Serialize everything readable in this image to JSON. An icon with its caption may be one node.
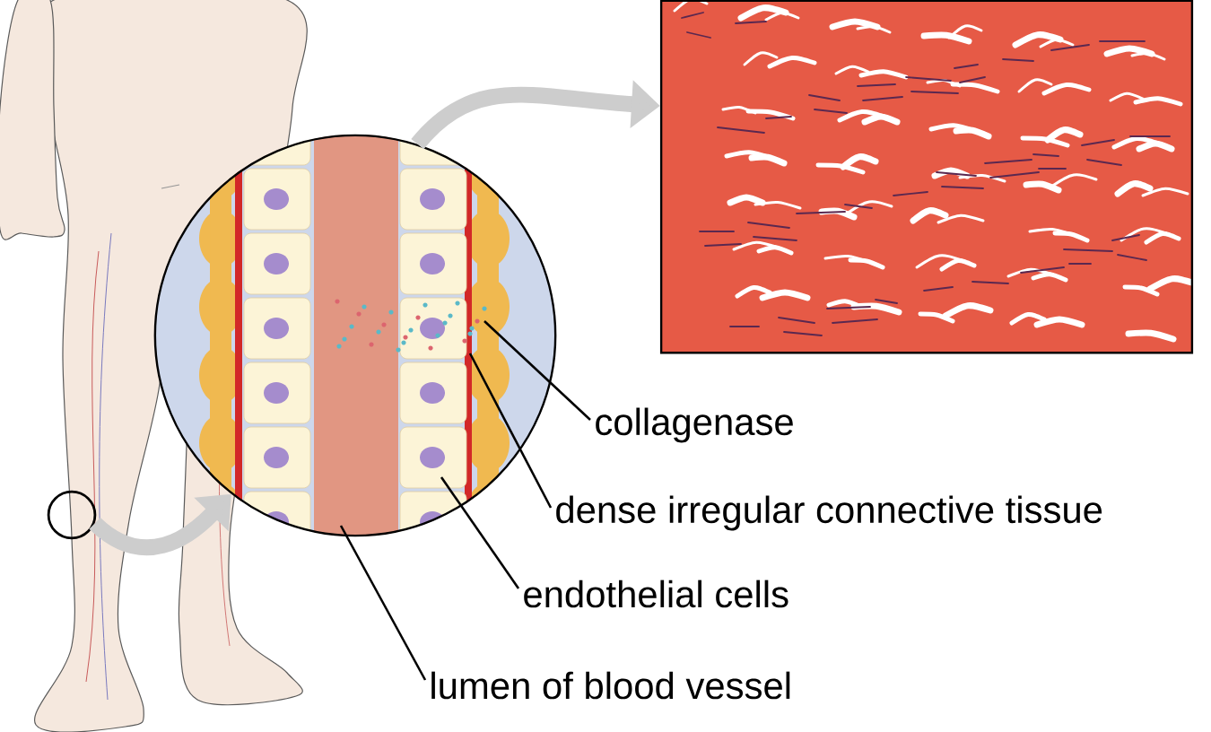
{
  "diagram": {
    "nodes": [
      {
        "text": [],
        "shape": "circle"
      },
      {
        "text": [],
        "shape": "circle"
      },
      {
        "text": [],
        "shape": "picture"
      },
      {
        "text": [
          "collagenase"
        ]
      },
      {
        "text": [
          "dense irregular connective tissue"
        ]
      },
      {
        "text": [
          "endothelial cells"
        ]
      },
      {
        "text": [
          "lumen of blood vessel"
        ]
      }
    ],
    "edges": [
      {
        "from": 0,
        "to": 1,
        "arrow": "to",
        "style": "thick",
        "color": "#cdcdcd"
      },
      {
        "from": 1,
        "to": 2,
        "arrow": "to",
        "style": "thick",
        "color": "#cdcdcd"
      },
      {
        "from": 3,
        "to": 1,
        "arrow": "none"
      },
      {
        "from": 4,
        "to": 1,
        "arrow": "none"
      },
      {
        "from": 5,
        "to": 1,
        "arrow": "none"
      },
      {
        "from": 6,
        "to": 1,
        "arrow": "none"
      }
    ]
  }
}
